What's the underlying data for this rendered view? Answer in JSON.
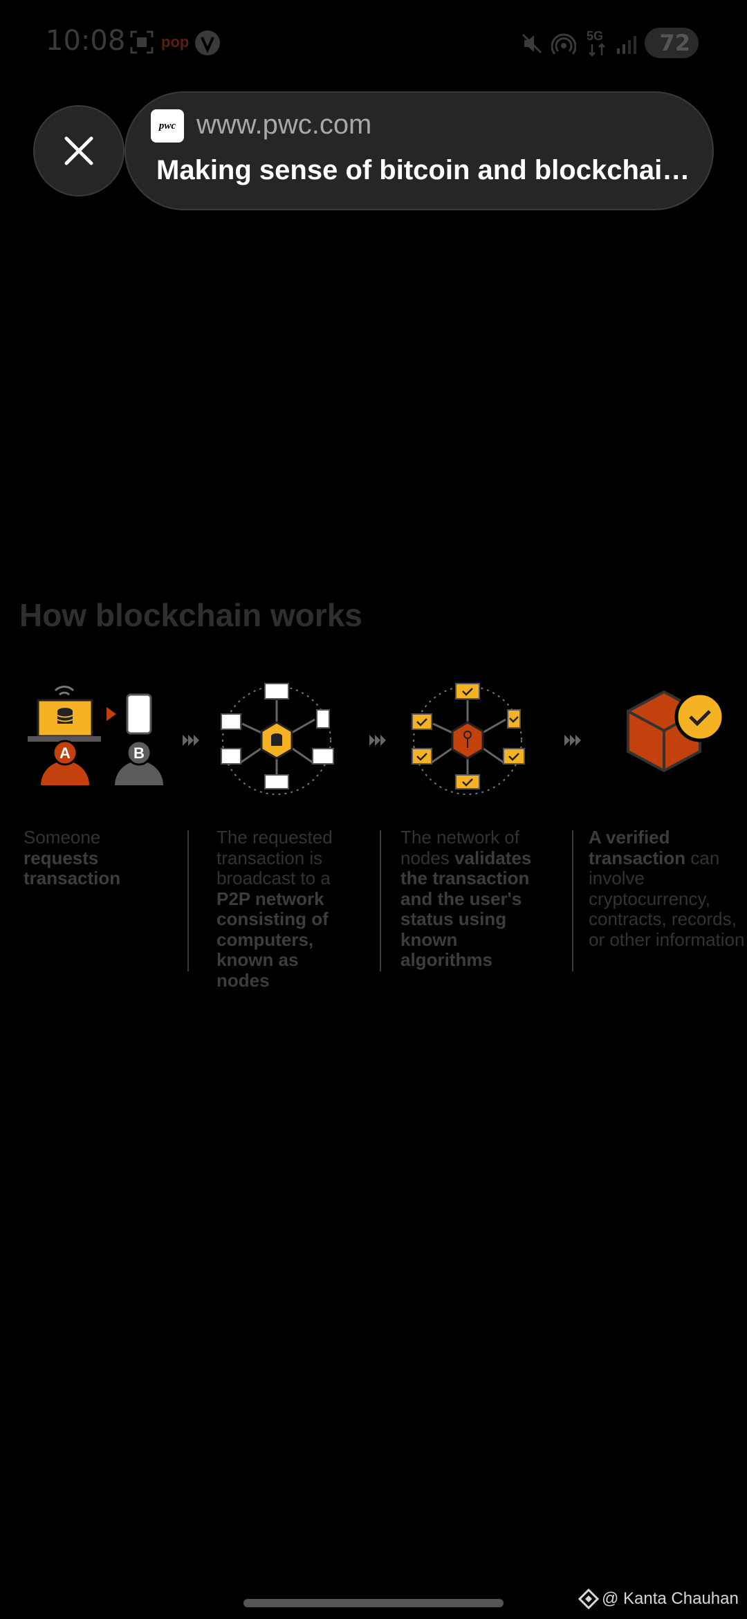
{
  "status_bar": {
    "time": "10:08",
    "pop_label": "pop",
    "battery": "72",
    "icons": [
      "screen-record-icon",
      "vpn-icon",
      "mute-icon",
      "hotspot-icon",
      "5g-icon",
      "signal-icon",
      "battery-icon"
    ]
  },
  "browser": {
    "url": "www.pwc.com",
    "favicon_text": "pwc",
    "page_title": "Making sense of bitcoin and blockchai…"
  },
  "infographic": {
    "heading": "How blockchain works",
    "node_labels": [
      "A",
      "B"
    ],
    "steps": [
      {
        "parts": [
          {
            "text": "Someone ",
            "bold": false
          },
          {
            "text": "requests transaction",
            "bold": true
          }
        ]
      },
      {
        "parts": [
          {
            "text": "The requested transaction is broadcast to a ",
            "bold": false
          },
          {
            "text": "P2P network consisting of computers, known as nodes",
            "bold": true
          }
        ]
      },
      {
        "parts": [
          {
            "text": "The network of nodes ",
            "bold": false
          },
          {
            "text": "validates the transaction and the user's status using known algorithms",
            "bold": true
          }
        ]
      },
      {
        "parts": [
          {
            "text": "A verified transaction",
            "bold": true
          },
          {
            "text": " can involve cryptocurrency, contracts, records, or other information",
            "bold": false
          }
        ]
      }
    ]
  },
  "watermark": "@ Kanta Chauhan",
  "colors": {
    "orange": "#c2410c",
    "yellow": "#f5b324",
    "grey": "#5c5c5c"
  }
}
